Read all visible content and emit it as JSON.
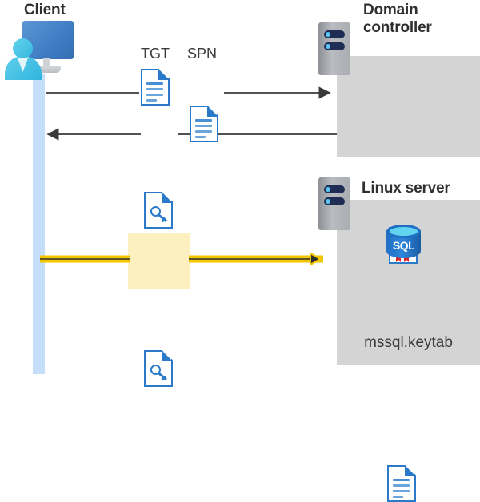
{
  "diagram": {
    "title": "Kerberos authentication flow: Client, Domain controller, Linux server",
    "colors": {
      "panel_gray": "#d4d4d4",
      "lifeline_blue": "#c5dffb",
      "doc_blue": "#2b79c9",
      "arrow_black": "#3a3a3a",
      "highlight_yellow": "#fdf0c0",
      "arrow_yellow": "#f2c600",
      "sql_blue": "#2f86d8",
      "title_gray": "#2f2f2f"
    }
  },
  "client": {
    "title": "Client",
    "icon": "client-computer-icon",
    "lifeline": "client-lifeline"
  },
  "domain_controller": {
    "title": "Domain controller",
    "server_icon": "server-icon",
    "contents": [
      {
        "icon": "certificate-icon",
        "label": ""
      }
    ]
  },
  "linux_server": {
    "title": "Linux server",
    "server_icon": "server-icon",
    "contents": [
      {
        "icon": "sql-database-icon",
        "label": "SQL"
      },
      {
        "icon": "keytab-document-icon",
        "label": "mssql.keytab"
      }
    ]
  },
  "messages": [
    {
      "id": "request",
      "direction": "right",
      "from": "client",
      "to": "domain_controller",
      "labels": [
        "TGT",
        "SPN"
      ],
      "artifacts": [
        "document-icon",
        "document-icon"
      ],
      "color": "#3a3a3a"
    },
    {
      "id": "reply",
      "direction": "left",
      "from": "domain_controller",
      "to": "client",
      "labels": [],
      "artifacts": [
        "key-document-icon"
      ],
      "color": "#3a3a3a"
    },
    {
      "id": "authenticate",
      "direction": "right",
      "from": "client",
      "to": "linux_server",
      "labels": [],
      "artifacts": [
        "key-document-icon"
      ],
      "highlighted": true,
      "color": "#f2c600"
    }
  ],
  "labels": {
    "tgt": "TGT",
    "spn": "SPN",
    "sql": "SQL",
    "keytab_file": "mssql.keytab"
  }
}
